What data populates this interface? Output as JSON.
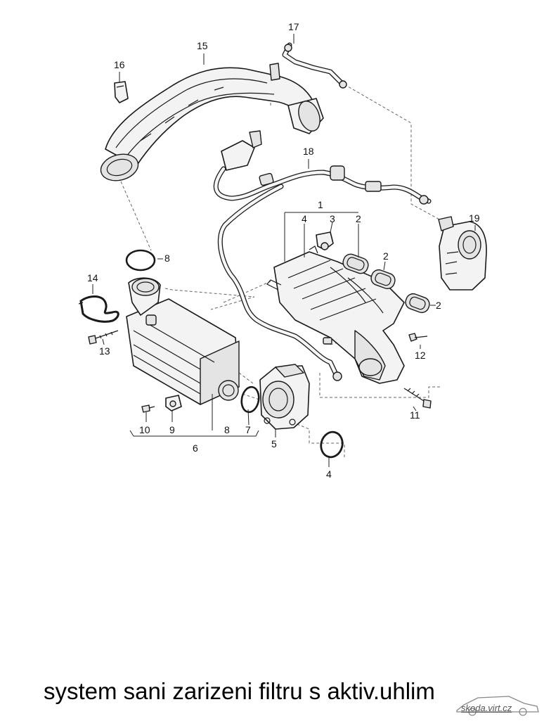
{
  "labels": {
    "p1": "1",
    "p2a": "2",
    "p2b": "2",
    "p2c": "2",
    "p3": "3",
    "p4a": "4",
    "p4b": "4",
    "p5": "5",
    "p6": "6",
    "p7": "7",
    "p8a": "8",
    "p8b": "8",
    "p9": "9",
    "p10": "10",
    "p11": "11",
    "p12": "12",
    "p13": "13",
    "p14": "14",
    "p15": "15",
    "p16": "16",
    "p17": "17",
    "p18": "18",
    "p19": "19"
  },
  "caption": "system sani zarizeni filtru s aktiv.uhlim",
  "watermark": "skoda.virt.cz"
}
